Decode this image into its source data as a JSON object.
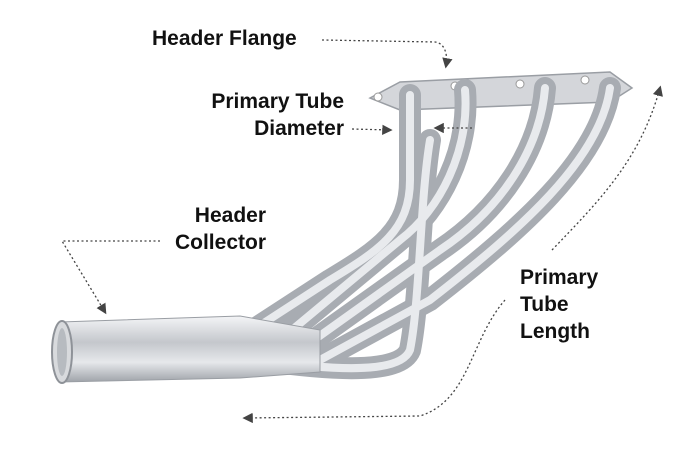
{
  "labels": {
    "header_flange": "Header Flange",
    "primary_tube_diameter": [
      "Primary Tube",
      "Diameter"
    ],
    "header_collector": [
      "Header",
      "Collector"
    ],
    "primary_tube_length": [
      "Primary",
      "Tube",
      "Length"
    ]
  },
  "colors": {
    "text": "#111111",
    "arrow": "#444444",
    "chrome": "#c9ccd0"
  }
}
